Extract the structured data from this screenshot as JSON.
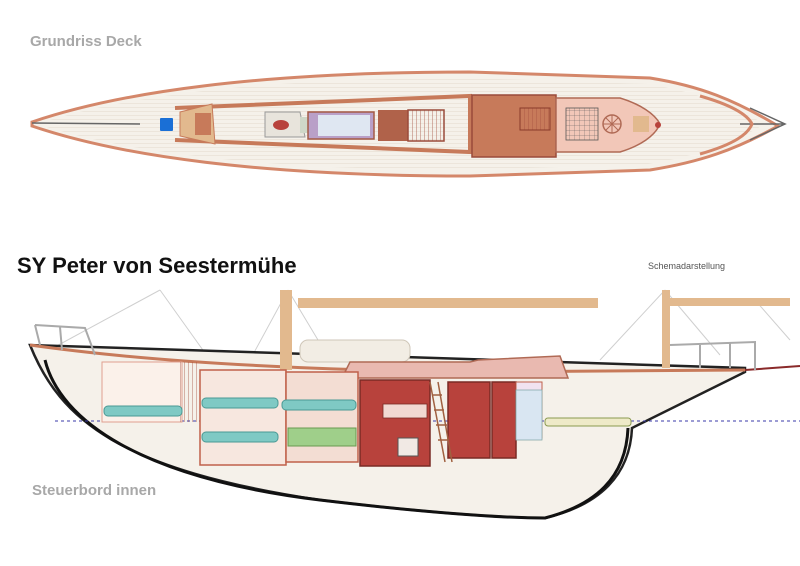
{
  "labels": {
    "deck_plan": "Grundriss Deck",
    "title": "SY  Peter von Seestermühe",
    "schematic_note": "Schemadarstellung",
    "starboard_inside": "Steuerbord innen"
  },
  "colors": {
    "label_gray": "#a8a8a8",
    "title_black": "#111111",
    "hull_line": "#d4876a",
    "hull_fill": "#f5f1ea",
    "deck_planks": "#e6ddd0",
    "wood": "#c77a5a",
    "dark_wood": "#b0624a",
    "cabin_red": "#b8423c",
    "mast_tan": "#e2b98e",
    "hatch_blue": "#1a6fd6",
    "bunk_teal": "#7fc9c4",
    "table_green": "#9fcf8a",
    "keel_black": "#111111",
    "waterline": "#3a3aa8"
  },
  "icons": {
    "deck_hatch": "blue-square-hatch-icon",
    "dinghy_winch": "red-oval-icon",
    "steering_wheel": "wheel-icon"
  }
}
